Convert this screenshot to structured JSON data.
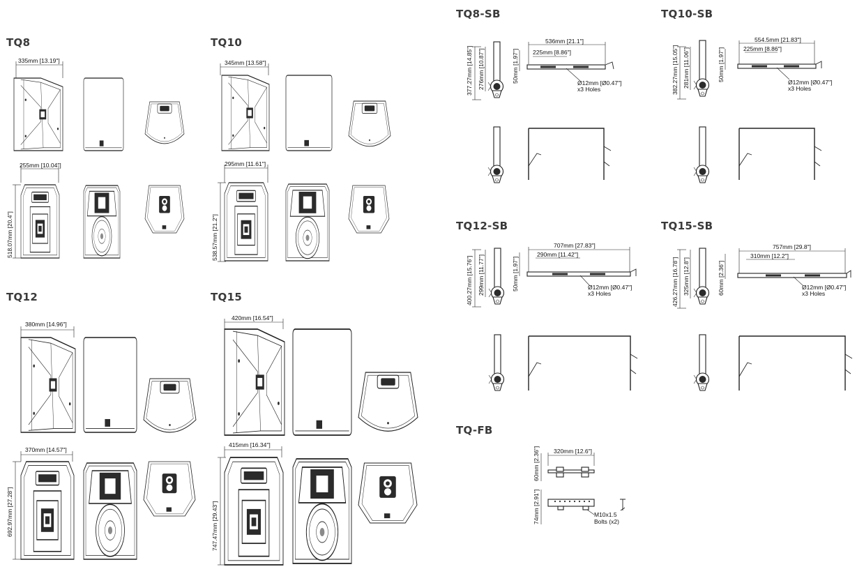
{
  "titles": {
    "tq8": "TQ8",
    "tq10": "TQ10",
    "tq12": "TQ12",
    "tq15": "TQ15",
    "tq8sb": "TQ8-SB",
    "tq10sb": "TQ10-SB",
    "tq12sb": "TQ12-SB",
    "tq15sb": "TQ15-SB",
    "tqfb": "TQ-FB"
  },
  "dims": {
    "tq8_w": "335mm [13.19\"]",
    "tq8_d": "255mm [10.04\"]",
    "tq8_h": "518.07mm [20.4\"]",
    "tq10_w": "345mm [13.58\"]",
    "tq10_d": "295mm [11.61\"]",
    "tq10_h": "538.57mm [21.2\"]",
    "tq12_w": "380mm [14.96\"]",
    "tq12_d": "370mm [14.57\"]",
    "tq12_h": "692.97mm [27.28\"]",
    "tq15_w": "420mm [16.54\"]",
    "tq15_d": "415mm [16.34\"]",
    "tq15_h": "747.47mm [29.43\"]",
    "tq8sb_len": "536mm [21.1\"]",
    "tq8sb_sp": "225mm [8.86\"]",
    "tq8sb_h1": "377.27mm [14.85\"]",
    "tq8sb_h2": "276mm [10.87\"]",
    "tq8sb_h3": "50mm [1.97\"]",
    "tq10sb_len": "554.5mm [21.83\"]",
    "tq10sb_sp": "225mm [8.86\"]",
    "tq10sb_h1": "382.27mm [15.05\"]",
    "tq10sb_h2": "281mm [11.06\"]",
    "tq10sb_h3": "50mm [1.97\"]",
    "tq12sb_len": "707mm [27.83\"]",
    "tq12sb_sp": "290mm [11.42\"]",
    "tq12sb_h1": "400.27mm [15.76\"]",
    "tq12sb_h2": "299mm [11.77\"]",
    "tq12sb_h3": "50mm [1.97\"]",
    "tq15sb_len": "757mm [29.8\"]",
    "tq15sb_sp": "310mm [12.2\"]",
    "tq15sb_h1": "426.27mm [16.78\"]",
    "tq15sb_h2": "325mm [12.8\"]",
    "tq15sb_h3": "60mm [2.36\"]",
    "holes_a8": "Ø12mm [Ø0.47\"]",
    "holes_b8": "x3 Holes",
    "holes_a10": "Ø12mm [Ø0.47\"]",
    "holes_b10": "x3 Holes",
    "holes_a12": "Ø12mm [Ø0.47\"]",
    "holes_b12": "x3 Holes",
    "holes_a15": "Ø12mm [Ø0.47\"]",
    "holes_b15": "x3 Holes",
    "fb_len": "320mm [12.6\"]",
    "fb_h1": "60mm [2.36\"]",
    "fb_h2": "74mm [2.91\"]",
    "fb_bolt1": "M10x1.5",
    "fb_bolt2": "Bolts (x2)"
  }
}
